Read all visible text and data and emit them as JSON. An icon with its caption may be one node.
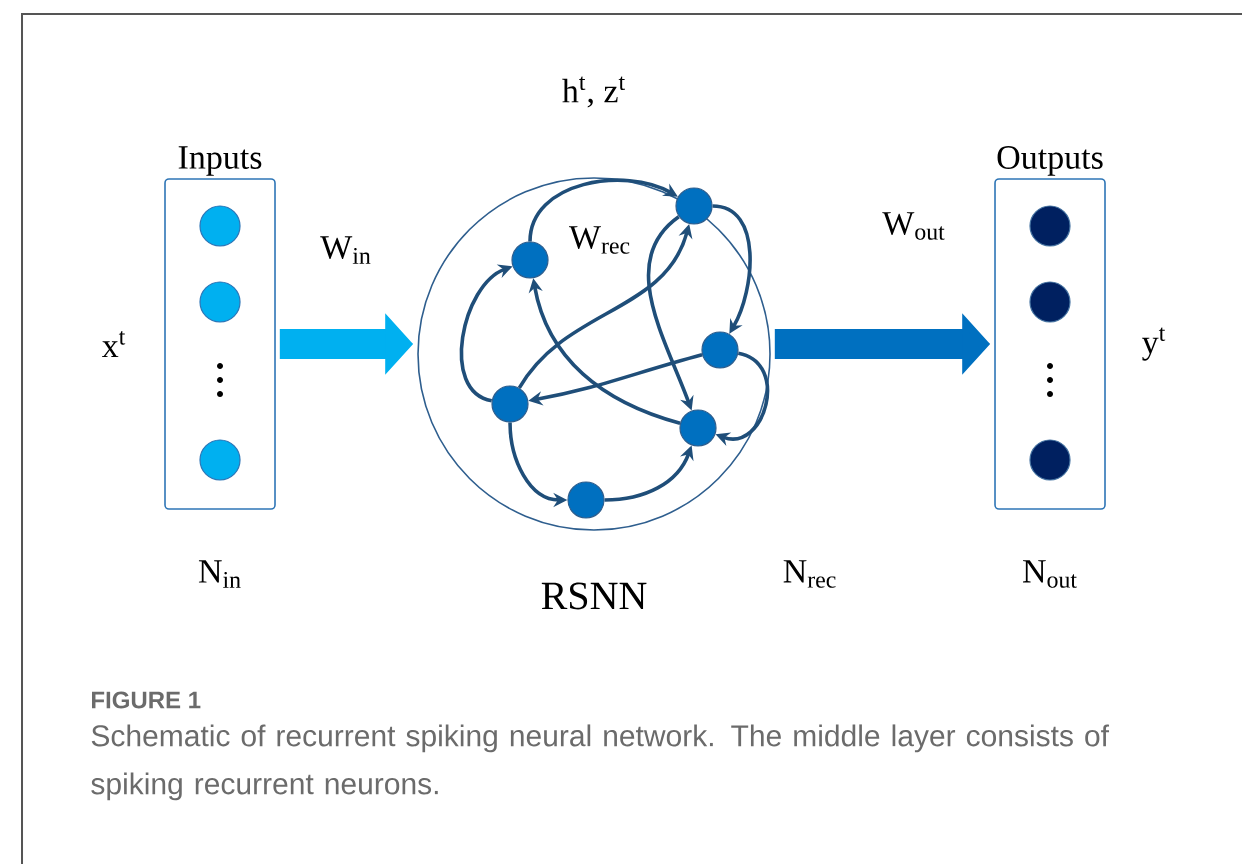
{
  "diagram": {
    "title": "FIGURE 1",
    "caption": "Schematic of recurrent spiking neural network. The middle layer consists of spiking recurrent neurons.",
    "nodes": [
      {
        "text": [
          "Inputs"
        ],
        "beside": [
          "x$^{t}$",
          "N$_{in}$"
        ]
      },
      {
        "text": [],
        "shape": "circle",
        "in": 0
      },
      {
        "text": [],
        "shape": "circle",
        "in": 0
      },
      {
        "text": [],
        "shape": "circle",
        "in": 0
      },
      {
        "text": [
          "h$^{t}$, z$^{t}$",
          "RSNN"
        ],
        "beside": [
          "N$_{rec}$"
        ]
      },
      {
        "text": [],
        "shape": "circle",
        "in": 4
      },
      {
        "text": [],
        "shape": "circle",
        "in": 4
      },
      {
        "text": [],
        "shape": "circle",
        "in": 4
      },
      {
        "text": [],
        "shape": "circle",
        "in": 4
      },
      {
        "text": [],
        "shape": "circle",
        "in": 4
      },
      {
        "text": [],
        "shape": "circle",
        "in": 4
      },
      {
        "text": [
          "Outputs"
        ],
        "beside": [
          "y$^{t}$",
          "N$_{out}$"
        ]
      },
      {
        "text": [],
        "shape": "circle",
        "in": 11
      },
      {
        "text": [],
        "shape": "circle",
        "in": 11
      },
      {
        "text": [],
        "shape": "circle",
        "in": 11
      }
    ],
    "edges": [
      {
        "from": 0,
        "to": 4,
        "arrow": "to",
        "label": "W$_{in}$",
        "style": "thick",
        "color": "#00b0f0"
      },
      {
        "from": 4,
        "to": 11,
        "arrow": "to",
        "label": "W$_{out}$",
        "style": "thick",
        "color": "#0070c0"
      },
      {
        "from": 8,
        "to": 5,
        "arrow": "to"
      },
      {
        "from": 5,
        "to": 6,
        "arrow": "to"
      },
      {
        "from": 6,
        "to": 7,
        "arrow": "to"
      },
      {
        "from": 7,
        "to": 8,
        "arrow": "to"
      },
      {
        "from": 8,
        "to": 10,
        "arrow": "to"
      },
      {
        "from": 10,
        "to": 9,
        "arrow": "to"
      },
      {
        "from": 7,
        "to": 9,
        "arrow": "to"
      },
      {
        "from": 9,
        "to": 5,
        "arrow": "to"
      },
      {
        "from": 8,
        "to": 6,
        "arrow": "to"
      },
      {
        "from": 6,
        "to": 9,
        "arrow": "to"
      }
    ],
    "labels": [
      "W$_{rec}$"
    ]
  }
}
